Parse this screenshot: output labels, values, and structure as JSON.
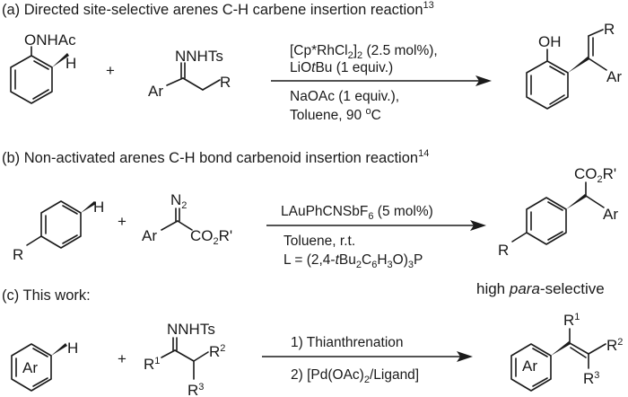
{
  "section_a": {
    "heading": "(a) Directed site-selective arenes C-H carbene insertion reaction",
    "ref": "13",
    "reactant1": {
      "substituent": "ONHAc",
      "h_label": "H"
    },
    "plus": "+",
    "reactant2": {
      "top": "NNHTs",
      "left": "Ar",
      "right": "R"
    },
    "conditions_above": [
      {
        "parts": [
          "[Cp*RhCl",
          "2",
          "]",
          "2",
          " (2.5 mol%),"
        ]
      },
      {
        "parts": [
          "LiO",
          "t",
          "Bu (1 equiv.)"
        ]
      }
    ],
    "conditions_below": [
      "NaOAc (1 equiv.),",
      "Toluene, 90 ",
      "o",
      "C"
    ],
    "product": {
      "oh": "OH",
      "r": "R",
      "ar": "Ar"
    }
  },
  "section_b": {
    "heading": "(b) Non-activated arenes C-H bond carbenoid insertion reaction",
    "ref": "14",
    "reactant1": {
      "r": "R",
      "h_label": "H"
    },
    "plus": "+",
    "reactant2": {
      "top": "N",
      "top_sub": "2",
      "left": "Ar",
      "right_a": "CO",
      "right_sub": "2",
      "right_b": "R'"
    },
    "conditions_above": {
      "a": "LAuPhCNSbF",
      "sub": "6",
      "b": " (5 mol%)"
    },
    "conditions_below": {
      "line1": "Toluene, r.t.",
      "line2_a": "L = (2,4-",
      "line2_t": "t",
      "line2_b": "Bu",
      "sub1": "2",
      "line2_c": "C",
      "sub2": "6",
      "line2_d": "H",
      "sub3": "3",
      "line2_e": "O)",
      "sub4": "3",
      "line2_f": "P"
    },
    "product": {
      "top_a": "CO",
      "top_sub": "2",
      "top_b": "R'",
      "ar": "Ar",
      "r": "R"
    },
    "note_a": "high ",
    "note_italic": "para",
    "note_b": "-selective"
  },
  "section_c": {
    "heading": "(c) This work:",
    "reactant1": {
      "ring": "Ar",
      "h_label": "H"
    },
    "plus": "+",
    "reactant2": {
      "top": "NNHTs",
      "r1": "R",
      "r1_sup": "1",
      "r2": "R",
      "r2_sup": "2",
      "r3": "R",
      "r3_sup": "3"
    },
    "step1": "1) Thianthrenation",
    "step2_a": "2) [Pd(OAc)",
    "step2_sub": "2",
    "step2_b": "/Ligand]",
    "product": {
      "ring": "Ar",
      "r1": "R",
      "r1_sup": "1",
      "r2": "R",
      "r2_sup": "2",
      "r3": "R",
      "r3_sup": "3"
    }
  }
}
